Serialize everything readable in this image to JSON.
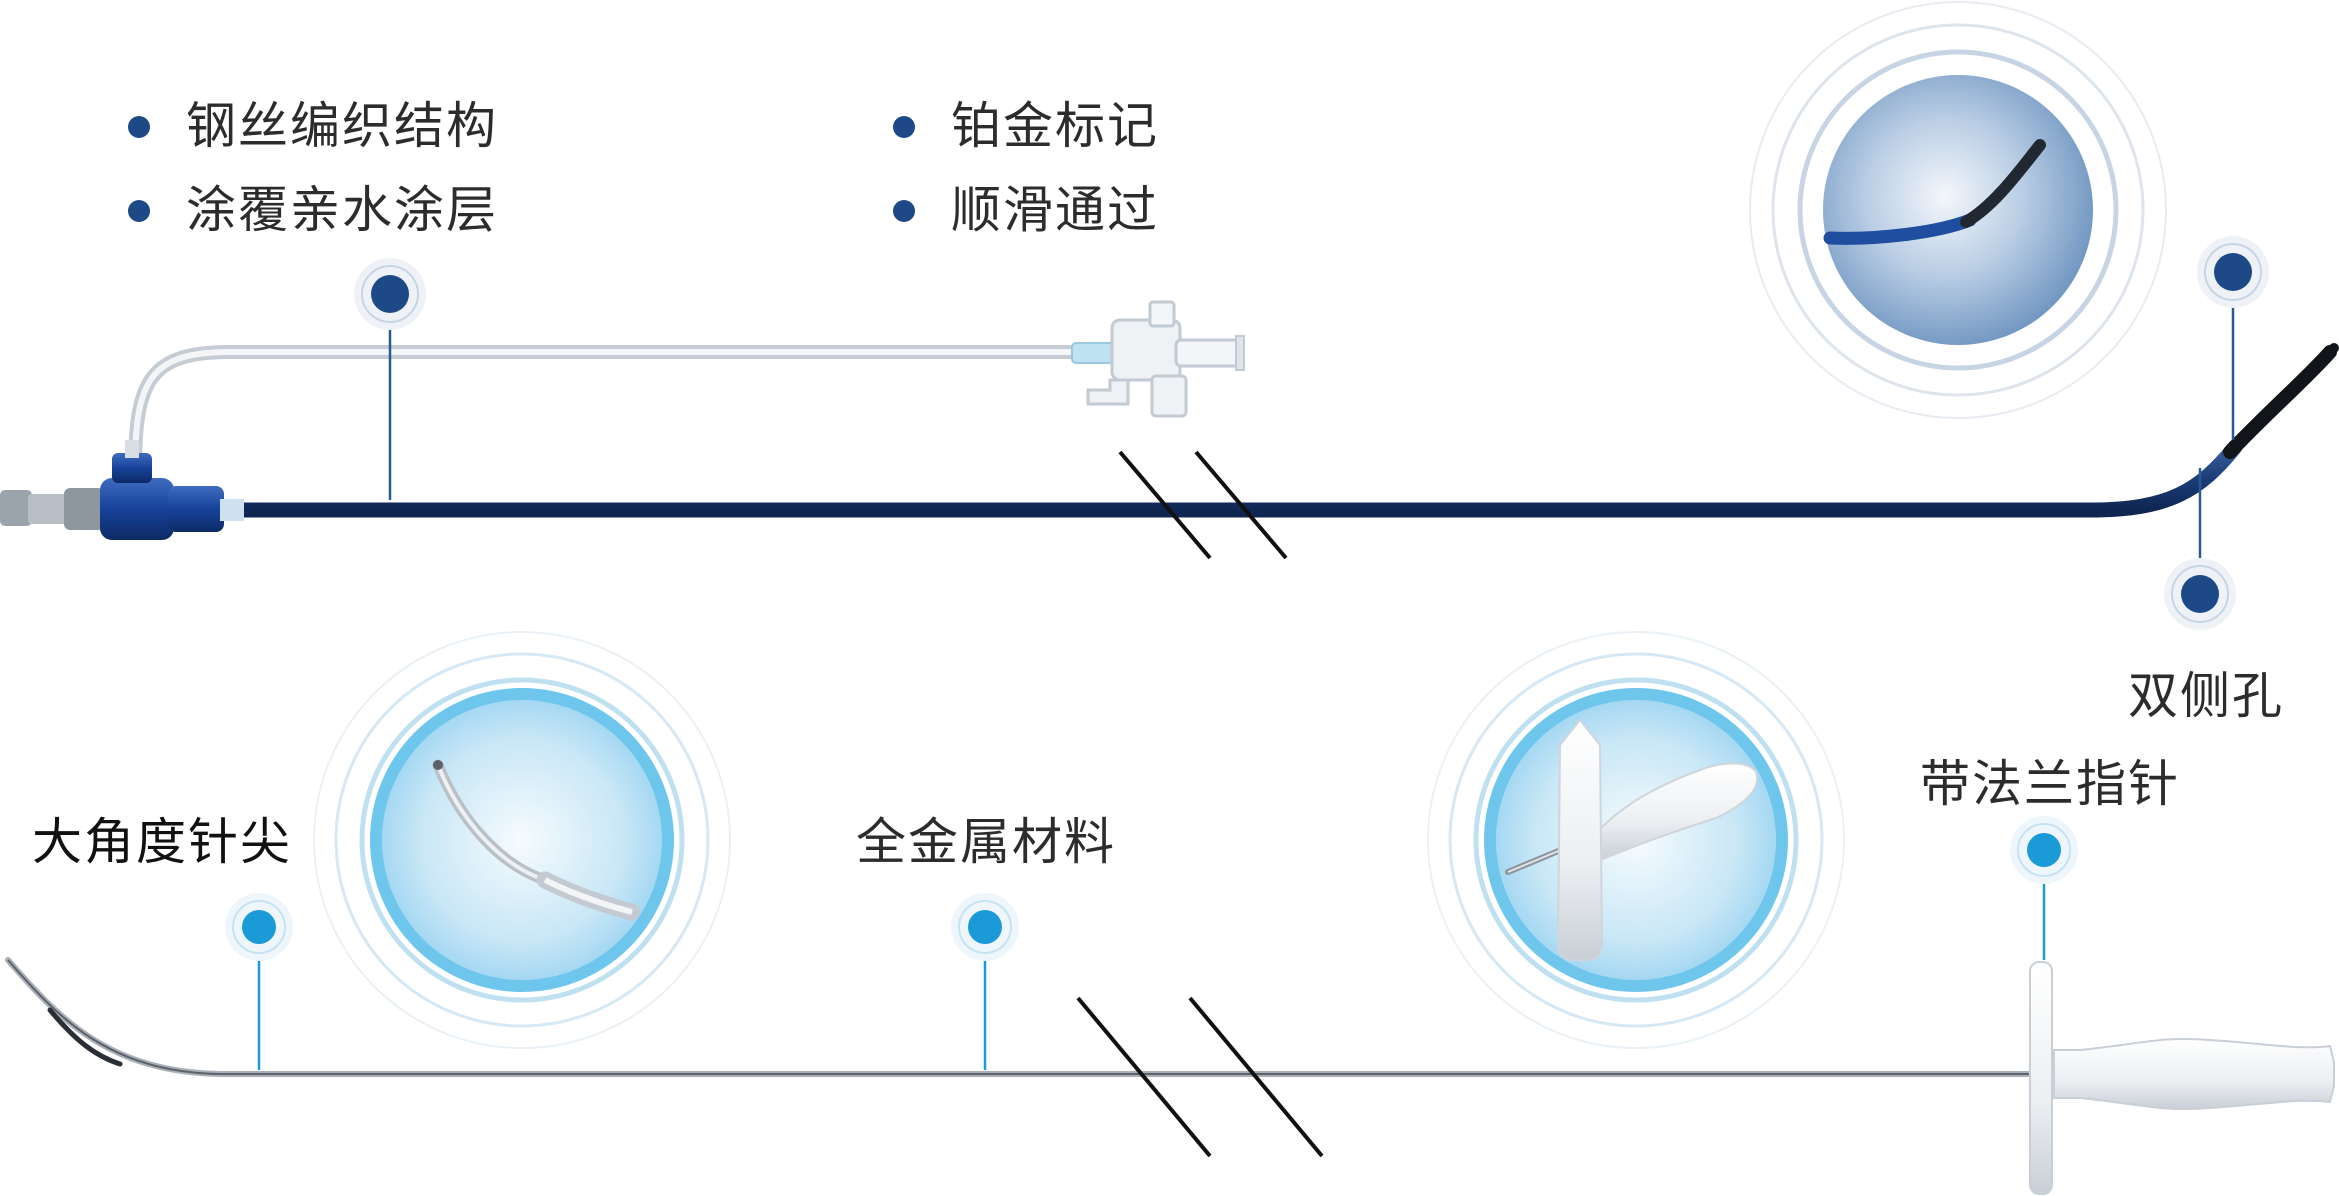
{
  "features_left": [
    "钢丝编织结构",
    "涂覆亲水涂层"
  ],
  "features_right": [
    "铂金标记",
    "顺滑通过"
  ],
  "labels": {
    "side_holes": "双侧孔",
    "flange_needle": "带法兰指针",
    "large_angle_tip": "大角度针尖",
    "all_metal": "全金属材料"
  },
  "colors": {
    "navy": "#1d4a86",
    "cyan": "#1a9ad6",
    "catheter": "#1b3d7a"
  },
  "icons": [
    "bullet-dot",
    "marker-dot",
    "break-mark",
    "zoom-lens"
  ]
}
